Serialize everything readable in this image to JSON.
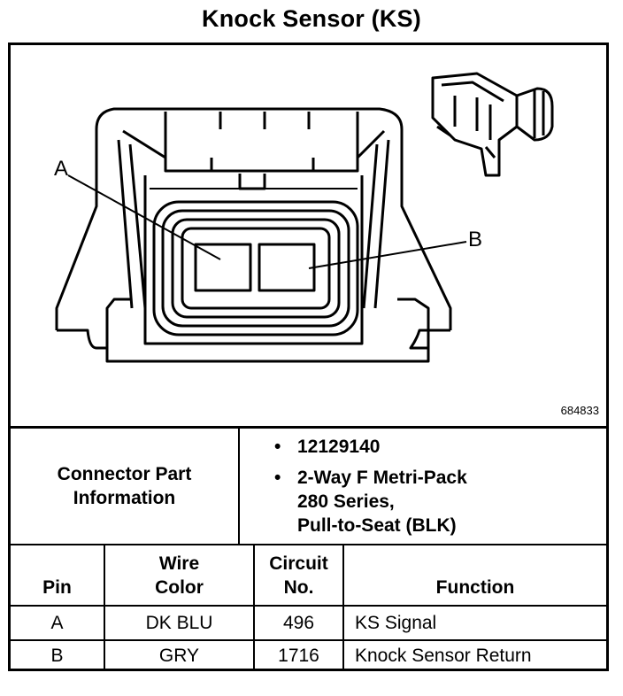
{
  "title": "Knock Sensor (KS)",
  "figure_number": "684833",
  "diagram": {
    "callout_a": "A",
    "callout_b": "B"
  },
  "connector_info": {
    "label_line1": "Connector Part",
    "label_line2": "Information",
    "bullet_char": "•",
    "part_number": "12129140",
    "description_line1": "2-Way F Metri-Pack",
    "description_line2": "280 Series,",
    "description_line3": "Pull-to-Seat (BLK)"
  },
  "table": {
    "headers": {
      "pin": "Pin",
      "wire_color_line1": "Wire",
      "wire_color_line2": "Color",
      "circuit_line1": "Circuit",
      "circuit_line2": "No.",
      "function": "Function"
    },
    "rows": [
      {
        "pin": "A",
        "wire_color": "DK BLU",
        "circuit": "496",
        "function": "KS Signal"
      },
      {
        "pin": "B",
        "wire_color": "GRY",
        "circuit": "1716",
        "function": "Knock Sensor Return"
      }
    ]
  }
}
